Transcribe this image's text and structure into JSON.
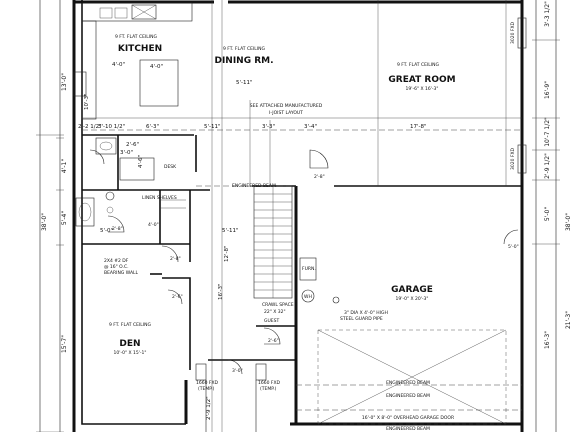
{
  "rooms": {
    "kitchen": {
      "ceiling": "9 FT. FLAT CEILING",
      "name": "KITCHEN"
    },
    "dining": {
      "ceiling": "9 FT. FLAT CEILING",
      "name": "DINING RM."
    },
    "great_room": {
      "ceiling": "9 FT. FLAT CEILING",
      "name": "GREAT ROOM",
      "size": "19'-6\" X 16'-3\""
    },
    "garage": {
      "name": "GARAGE",
      "size": "19'-0\" X 20'-3\""
    },
    "den": {
      "ceiling": "9 FT. FLAT CEILING",
      "name": "DEN",
      "size": "10'-0\" X 15'-1\""
    }
  },
  "notes": {
    "joist_1": "SEE ATTACHED MANUFACTURED",
    "joist_2": "I-JOIST LAYOUT",
    "eng_beam_1": "ENGINEERED BEAM",
    "eng_beam_2": "ENGINEERED BEAM",
    "eng_beam_3": "ENGINEERED BEAM",
    "eng_beam_4": "ENGINEERED BEAM",
    "desk": "DESK",
    "linen": "LINEN SHELVES",
    "bearing_1": "2X4 #2 DF",
    "bearing_2": "@ 16\" O.C.",
    "bearing_3": "BEARING WALL",
    "furn": "FURN.",
    "wh": "WH",
    "crawl": "CRAWL SPACE",
    "crawl_size": "22\" X 32\"",
    "guard_1": "3\" DIA X 4'-0\" HIGH",
    "guard_2": "STEEL GUARD PIPE",
    "guest": "GUEST",
    "garage_door": "16'-0\" X 8'-0\" OVERHEAD GARAGE DOOR",
    "fxd_left": "1660 FXD",
    "fxd_left_t": "(TEMP.)",
    "fxd_right": "1660 FXD",
    "fxd_right_t": "(TEMP.)",
    "fxd_v1": "3020 FXD",
    "fxd_v2": "3020 FXD"
  },
  "doors": {
    "d28a": "2'-8\"",
    "d28b": "2'-8\"",
    "d28c": "2'-8\"",
    "d26a": "2'-6\"",
    "d26b": "2'-6\"",
    "d30": "3'-0\"",
    "d40": "4'-0\"",
    "d50": "5'-0\""
  },
  "dims": {
    "top_a": "4'-0\"",
    "top_b": "4'-0\"",
    "k1": "2'-2 1/2\"",
    "k2": "3'-10 1/2\"",
    "k3": "6'-3\"",
    "k4": "5'-11\"",
    "k5": "5'-11\"",
    "k6": "3'-3\"",
    "k7": "3'-4\"",
    "k8": "17'-8\"",
    "k9": "5'-0\"",
    "k10": "5'-11\"",
    "k11": "12'-8\"",
    "k12": "16'-3\"",
    "k13": "10'-3\"",
    "k14": "3'-0\"",
    "k15": "2'-6\"",
    "k16": "4'-6\"",
    "k17": "2'-9 1/2\"",
    "left_1": "13'-0\"",
    "left_2": "4'-1\"",
    "left_3": "5'-4\"",
    "left_4": "15'-7\"",
    "left_total": "38'-0\"",
    "right_1": "3'-3 1/2\"",
    "right_2": "16'-9\"",
    "right_3": "10'-7 1/2\"",
    "right_4": "2'-9 1/2\"",
    "right_5": "5'-0\"",
    "right_6": "21'-3\"",
    "right_7": "16'-3\"",
    "right_total": "38'-0\""
  }
}
